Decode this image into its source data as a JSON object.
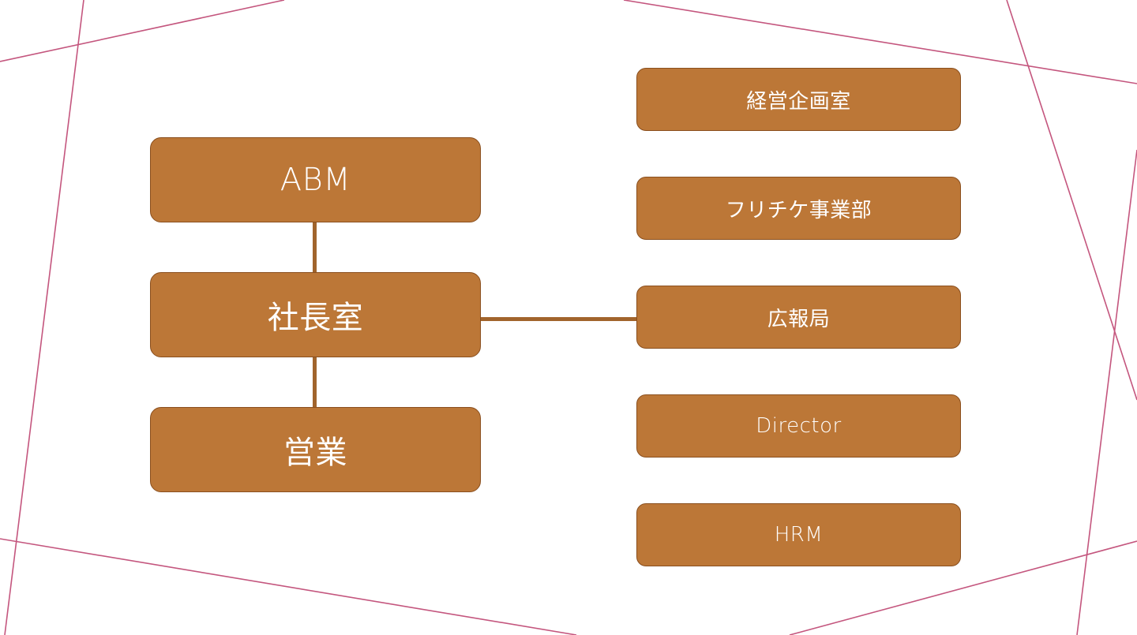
{
  "colors": {
    "box_fill": "#bc7737",
    "box_border": "#8a4f1e",
    "box_text": "#ffffff",
    "connector": "#a1642c",
    "decor_lines": "#c4567e",
    "background": "#ffffff"
  },
  "left_column": [
    {
      "label": "ABM"
    },
    {
      "label": "社長室"
    },
    {
      "label": "営業"
    }
  ],
  "right_column": [
    {
      "label": "経営企画室"
    },
    {
      "label": "フリチケ事業部"
    },
    {
      "label": "広報局"
    },
    {
      "label": "Director"
    },
    {
      "label": "HRM"
    }
  ]
}
